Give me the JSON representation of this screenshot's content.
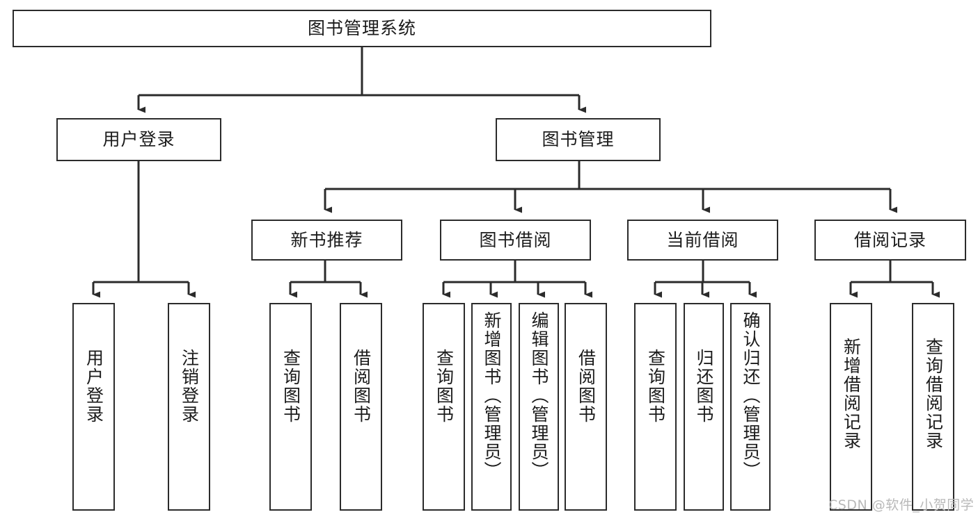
{
  "diagram": {
    "title": "图书管理系统",
    "type": "tree-hierarchy-diagram",
    "root": {
      "label": "图书管理系统"
    },
    "level2": [
      {
        "label": "用户登录"
      },
      {
        "label": "图书管理"
      }
    ],
    "level3": [
      {
        "label": "新书推荐"
      },
      {
        "label": "图书借阅"
      },
      {
        "label": "当前借阅"
      },
      {
        "label": "借阅记录"
      }
    ],
    "leaves": {
      "user_login": [
        {
          "label": "用户登录"
        },
        {
          "label": "注销登录"
        }
      ],
      "new_book_recommend": [
        {
          "label": "查询图书"
        },
        {
          "label": "借阅图书"
        }
      ],
      "book_borrow": [
        {
          "label": "查询图书"
        },
        {
          "label": "新增图书（管理员）"
        },
        {
          "label": "编辑图书（管理员）"
        },
        {
          "label": "借阅图书"
        }
      ],
      "current_borrow": [
        {
          "label": "查询图书"
        },
        {
          "label": "归还图书"
        },
        {
          "label": "确认归还（管理员）"
        }
      ],
      "borrow_record": [
        {
          "label": "新增借阅记录"
        },
        {
          "label": "查询借阅记录"
        }
      ]
    }
  },
  "watermark": {
    "text": "CSDN @软件_小贺同学"
  },
  "colors": {
    "stroke": "#2b2b2b",
    "background": "#ffffff",
    "text": "#1b1b1b",
    "watermark": "#b9b9b9"
  }
}
